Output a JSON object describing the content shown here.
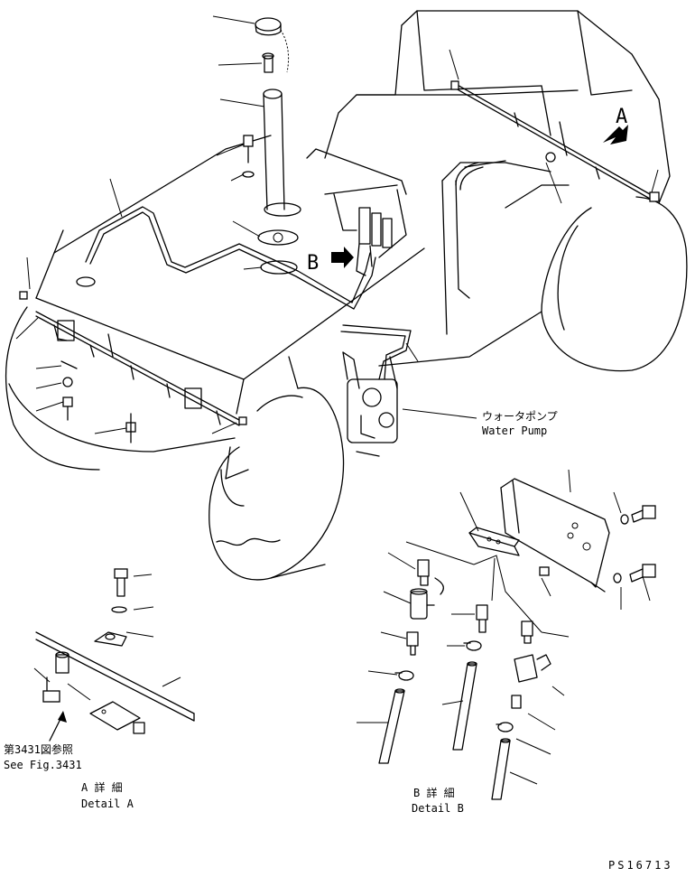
{
  "labels": {
    "arrow_a": "A",
    "arrow_b": "B",
    "water_pump_jp": "ウォータポンプ",
    "water_pump_en": "Water Pump",
    "see_fig_jp": "第3431図参照",
    "see_fig_en": "See Fig.3431",
    "detail_a_jp": "A 詳 細",
    "detail_a_en": "Detail A",
    "detail_b_jp": "B 詳 細",
    "detail_b_en": "Detail B",
    "drawing_no": "PS16713"
  }
}
